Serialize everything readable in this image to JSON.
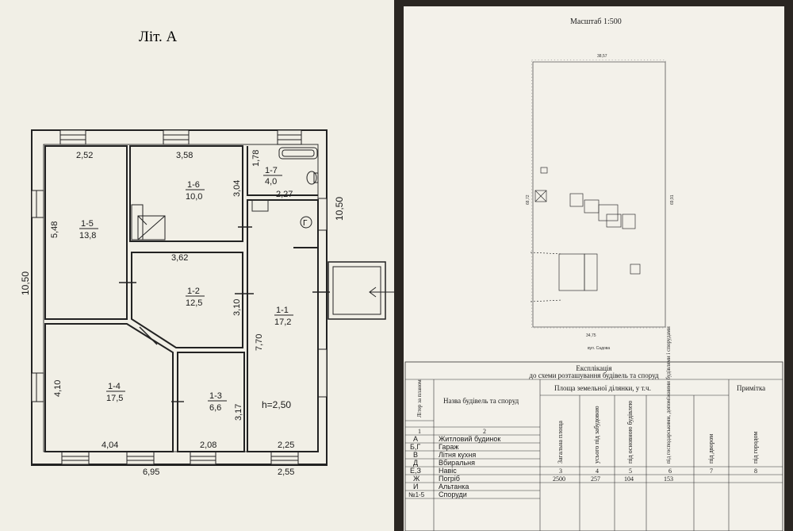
{
  "left_sheet": {
    "title": "Літ. А",
    "dims": {
      "top_a": "2,52",
      "top_b": "3,58",
      "top_c": "1,78",
      "d_5_48": "5,48",
      "d_3_04": "3,04",
      "d_2_27": "2,27",
      "right_10_50": "10,50",
      "left_10_50": "10,50",
      "d_3_62": "3,62",
      "d_3_10": "3,10",
      "d_7_70": "7,70",
      "d_4_10": "4,10",
      "d_3_17": "3,17",
      "d_4_04": "4,04",
      "d_2_08": "2,08",
      "d_2_25": "2,25",
      "bottom_6_95": "6,95",
      "bottom_2_55": "2,55",
      "height": "h=2,50",
      "gas": "Г"
    },
    "rooms": [
      {
        "num": "1-5",
        "area": "13,8"
      },
      {
        "num": "1-6",
        "area": "10,0"
      },
      {
        "num": "1-7",
        "area": "4,0"
      },
      {
        "num": "1-2",
        "area": "12,5"
      },
      {
        "num": "1-1",
        "area": "17,2"
      },
      {
        "num": "1-4",
        "area": "17,5"
      },
      {
        "num": "1-3",
        "area": "6,6"
      }
    ]
  },
  "right_sheet": {
    "scale": "Масштаб 1:500",
    "plot_top": "38,57",
    "plot_left": "68,72",
    "plot_right": "69,91",
    "plot_bottom": "34,75",
    "street": "вул. Садова",
    "table": {
      "title_line1": "Експлікація",
      "title_line2": "до схеми розташування будівель та споруд",
      "col_letter": "Літер за планом",
      "col_name": "Назва будівель та споруд",
      "col_area_group": "Площа земельної ділянки, у т.ч.",
      "col_note": "Примітка",
      "sub_cols": [
        "Загальна площа",
        "усього під забудовою",
        "під основною будівлею",
        "під господарськими, допоміжними будівлями і спорудами",
        "під двором",
        "під городом"
      ],
      "num_row": [
        "1",
        "2",
        "3",
        "4",
        "5",
        "6",
        "7",
        "8"
      ],
      "values": [
        "2500",
        "257",
        "104",
        "153"
      ],
      "rows": [
        {
          "letter": "А",
          "name": "Житловий будинок"
        },
        {
          "letter": "Б,Г",
          "name": "Гараж"
        },
        {
          "letter": "В",
          "name": "Літня кухня"
        },
        {
          "letter": "Д",
          "name": "Вбиральня"
        },
        {
          "letter": "Е,З",
          "name": "Навіс"
        },
        {
          "letter": "Ж",
          "name": "Погріб"
        },
        {
          "letter": "И",
          "name": "Альтанка"
        },
        {
          "letter": "№1-5",
          "name": "Споруди"
        }
      ]
    }
  }
}
